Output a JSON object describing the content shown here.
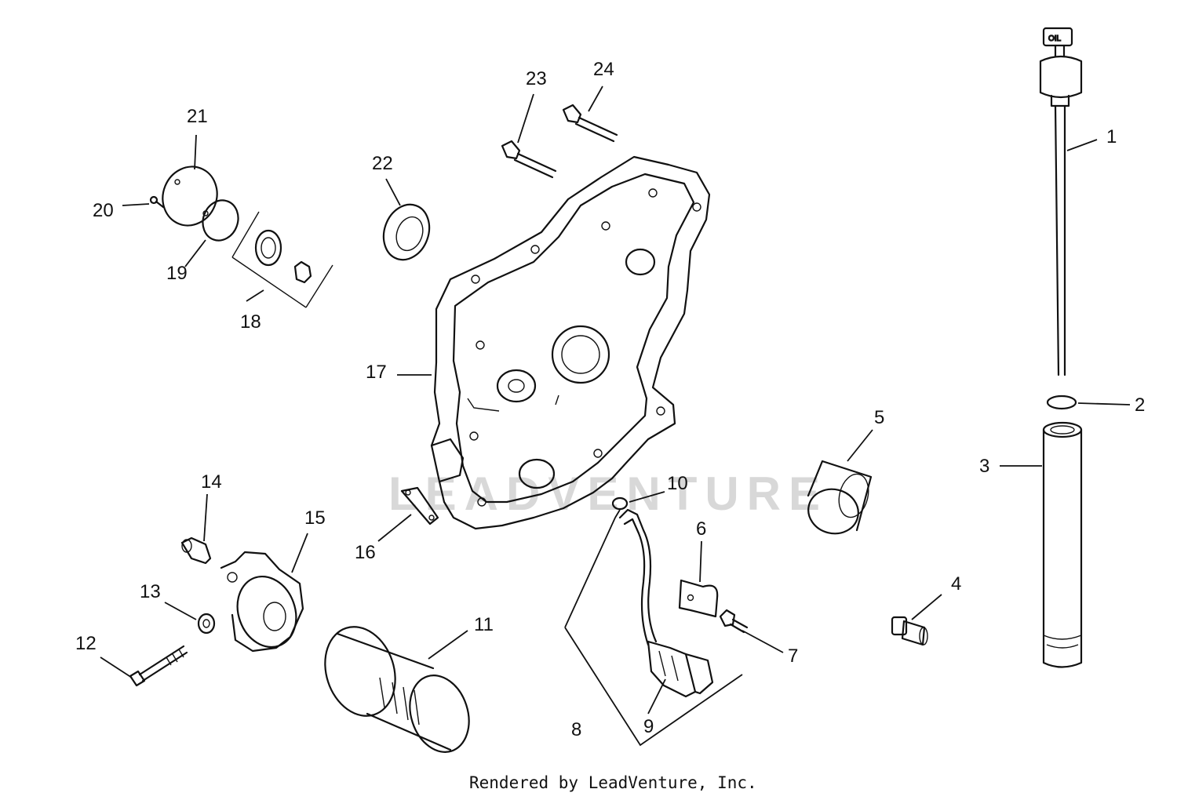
{
  "watermark": "LEADVENTURE",
  "footer": "Rendered by LeadVenture, Inc.",
  "dipstick_label": "OIL",
  "callouts": {
    "c1": "1",
    "c2": "2",
    "c3": "3",
    "c4": "4",
    "c5": "5",
    "c6": "6",
    "c7": "7",
    "c8": "8",
    "c9": "9",
    "c10": "10",
    "c11": "11",
    "c12": "12",
    "c13": "13",
    "c14": "14",
    "c15": "15",
    "c16": "16",
    "c17": "17",
    "c18": "18",
    "c19": "19",
    "c20": "20",
    "c21": "21",
    "c22": "22",
    "c23": "23",
    "c24": "24"
  }
}
